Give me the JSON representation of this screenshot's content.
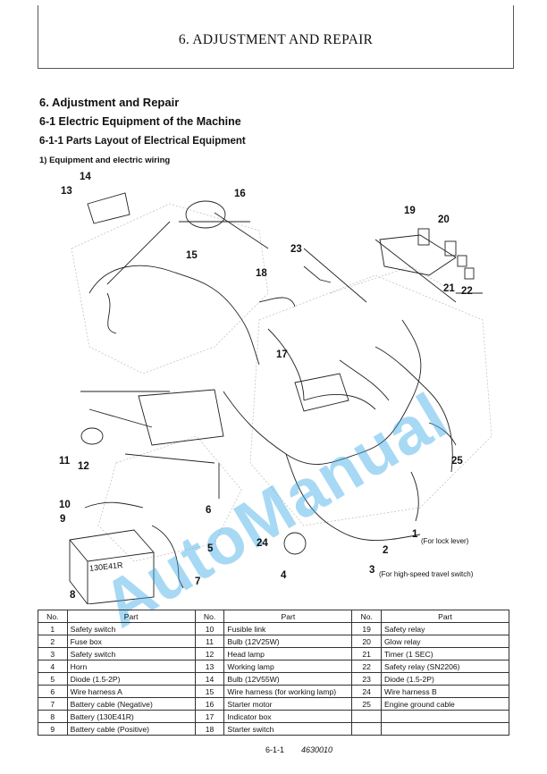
{
  "header": {
    "title": "6. ADJUSTMENT AND REPAIR"
  },
  "headings": {
    "h1": "6. Adjustment and Repair",
    "h2": "6-1  Electric Equipment of the Machine",
    "h3": "6-1-1  Parts Layout of Electrical Equipment",
    "h4": "1)  Equipment and electric wiring"
  },
  "diagram": {
    "watermark": "AutoManual",
    "callouts": [
      "1",
      "2",
      "3",
      "4",
      "5",
      "6",
      "7",
      "8",
      "9",
      "10",
      "11",
      "12",
      "13",
      "14",
      "15",
      "16",
      "17",
      "18",
      "19",
      "20",
      "21",
      "22",
      "23",
      "24",
      "25"
    ],
    "battery_label": "130E41R",
    "notes": {
      "lock_lever": "(For lock lever)",
      "high_speed": "(For high-speed travel switch)"
    }
  },
  "table": {
    "headers": [
      "No.",
      "Part",
      "No.",
      "Part",
      "No.",
      "Part"
    ],
    "rows": [
      [
        "1",
        "Safety switch",
        "10",
        "Fusible link",
        "19",
        "Safety relay"
      ],
      [
        "2",
        "Fuse box",
        "11",
        "Bulb (12V25W)",
        "20",
        "Glow relay"
      ],
      [
        "3",
        "Safety switch",
        "12",
        "Head lamp",
        "21",
        "Timer (1 SEC)"
      ],
      [
        "4",
        "Horn",
        "13",
        "Working lamp",
        "22",
        "Safety relay (SN2206)"
      ],
      [
        "5",
        "Diode (1.5-2P)",
        "14",
        "Bulb (12V55W)",
        "23",
        "Diode (1.5-2P)"
      ],
      [
        "6",
        "Wire harness A",
        "15",
        "Wire harness (for working lamp)",
        "24",
        "Wire harness B"
      ],
      [
        "7",
        "Battery cable (Negative)",
        "16",
        "Starter motor",
        "25",
        "Engine ground cable"
      ],
      [
        "8",
        "Battery (130E41R)",
        "17",
        "Indicator box",
        "",
        ""
      ],
      [
        "9",
        "Battery cable (Positive)",
        "18",
        "Starter switch",
        "",
        ""
      ]
    ]
  },
  "footer": {
    "page": "6-1-1",
    "code": "4630010"
  }
}
